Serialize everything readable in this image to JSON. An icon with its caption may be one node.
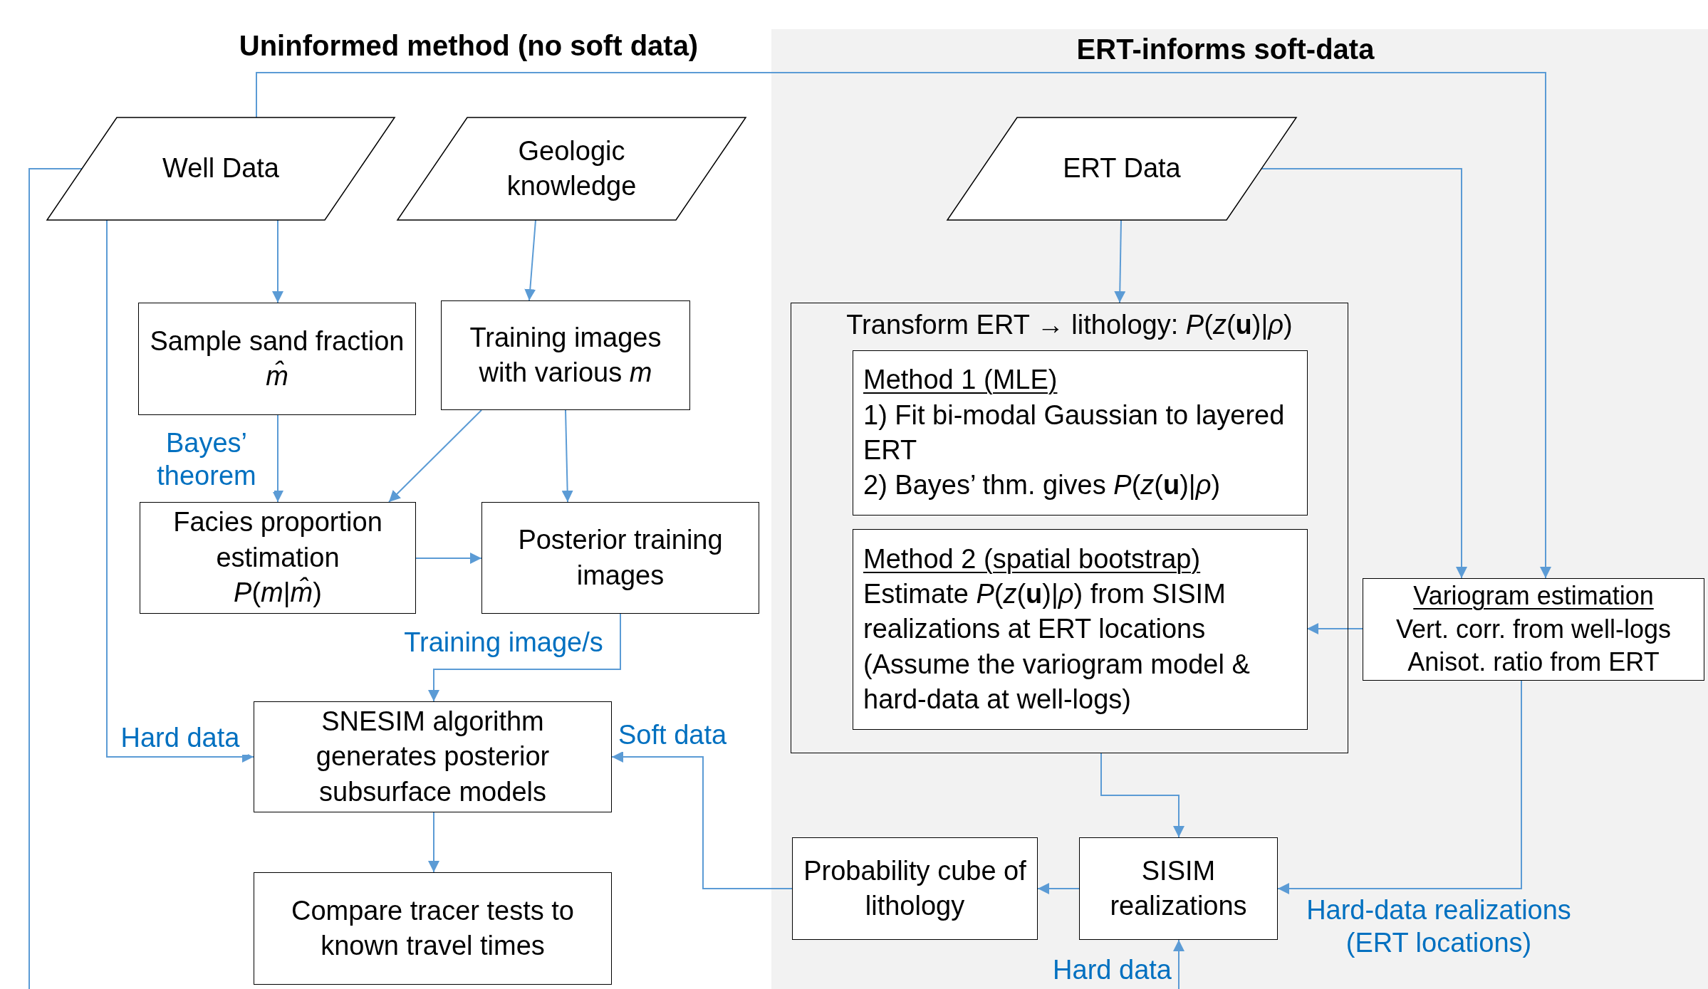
{
  "diagram": {
    "nodes": [
      {
        "text": [
          "Well Data"
        ]
      },
      {
        "text": [
          "Geologic knowledge"
        ]
      },
      {
        "text": [
          "ERT-informs soft-data"
        ]
      },
      {
        "text": [
          "ERT Data"
        ],
        "in": 2
      },
      {
        "text": [
          "Sample sand fraction *m̂*"
        ]
      },
      {
        "text": [
          "Training images with various *m*"
        ]
      },
      {
        "text": [
          "Transform ERT → lithology: *P*(*z*(**u**)|*ρ*)"
        ],
        "in": 2
      },
      {
        "text": [
          "Method 1 (MLE)",
          "1) Fit bi-modal Gaussian to layered  ERT",
          "2) Bayes’ thm. gives *P*(*z*(**u**)|*ρ*)"
        ],
        "in": 6
      },
      {
        "text": [
          "Method 2 (spatial bootstrap)",
          "Estimate *P*(*z*(**u**)|*ρ*) from SISIM realizations at ERT locations",
          "(Assume the variogram model & hard-data at well-logs)"
        ],
        "in": 6
      },
      {
        "text": [
          "Variogram estimation",
          "Vert. corr. from well-logs",
          "Anisot. ratio from ERT"
        ],
        "in": 2
      },
      {
        "text": [
          "Facies proportion estimation",
          "*P*(*m*|*m̂*)"
        ]
      },
      {
        "text": [
          "Posterior training images"
        ]
      },
      {
        "text": [
          "SNESIM algorithm generates posterior subsurface models"
        ]
      },
      {
        "text": [
          "Probability cube of lithology"
        ],
        "in": 2
      },
      {
        "text": [
          "SISIM realizations"
        ],
        "in": 2
      },
      {
        "text": [
          "Compare tracer tests to known travel times"
        ]
      }
    ],
    "edges": [
      {
        "from": 0,
        "to": 4,
        "arrow": "to"
      },
      {
        "from": 0,
        "to": 12,
        "arrow": "to",
        "label": "Hard data"
      },
      {
        "from": 0,
        "to": 9,
        "arrow": "to"
      },
      {
        "from": 0,
        "to": null,
        "arrow": "none"
      },
      {
        "from": 1,
        "to": 5,
        "arrow": "to"
      },
      {
        "from": 3,
        "to": 6,
        "arrow": "to"
      },
      {
        "from": 3,
        "to": 9,
        "arrow": "to"
      },
      {
        "from": 4,
        "to": 10,
        "arrow": "to",
        "label": "Bayes’ theorem"
      },
      {
        "from": 5,
        "to": 10,
        "arrow": "to"
      },
      {
        "from": 5,
        "to": 11,
        "arrow": "to"
      },
      {
        "from": 10,
        "to": 11,
        "arrow": "to"
      },
      {
        "from": 11,
        "to": 12,
        "arrow": "to",
        "label": "Training image/s"
      },
      {
        "from": 12,
        "to": 15,
        "arrow": "to"
      },
      {
        "from": 6,
        "to": 14,
        "arrow": "to"
      },
      {
        "from": 9,
        "to": 8,
        "arrow": "to"
      },
      {
        "from": 9,
        "to": 14,
        "arrow": "to",
        "label": "Hard-data realizations (ERT locations)"
      },
      {
        "from": 14,
        "to": 13,
        "arrow": "to"
      },
      {
        "from": 13,
        "to": 12,
        "arrow": "to",
        "label": "Soft data"
      },
      {
        "from": null,
        "to": 14,
        "arrow": "to",
        "label": "Hard data"
      }
    ],
    "labels": [
      "Uninformed method (no soft data)"
    ]
  }
}
